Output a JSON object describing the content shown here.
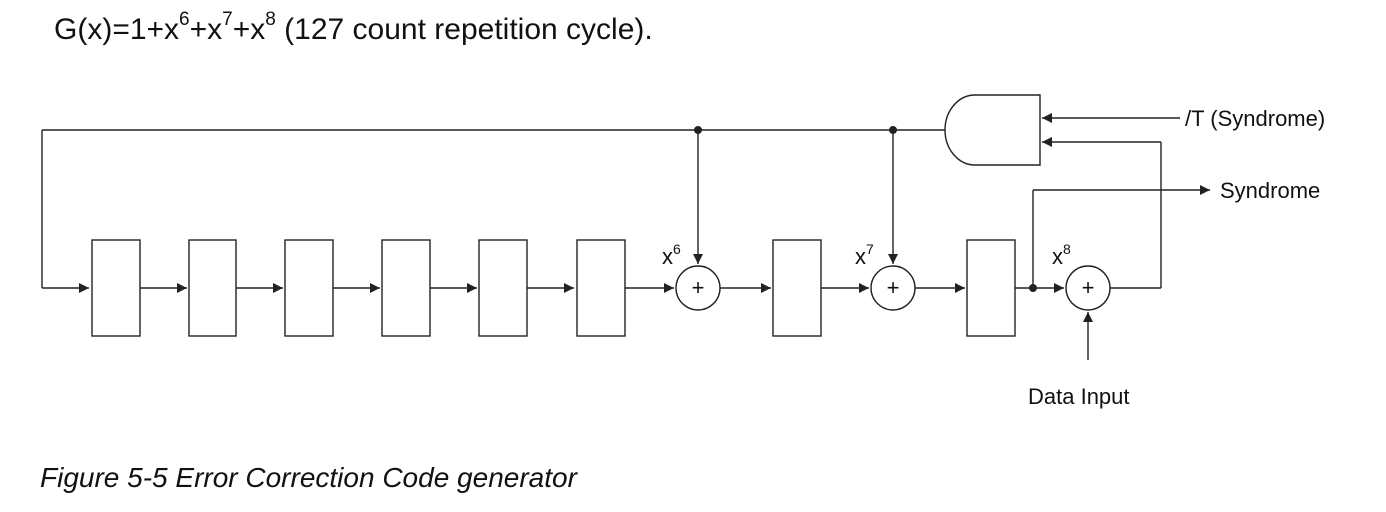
{
  "equation": {
    "prefix": "G(x)=1+x",
    "exp1": "6",
    "mid1": "+x",
    "exp2": "7",
    "mid2": "+x",
    "exp3": "8",
    "suffix": " (127 count repetition cycle)."
  },
  "caption": "Figure 5-5 Error Correction Code generator",
  "diagram": {
    "labels": {
      "t_syndrome": "/T (Syndrome)",
      "syndrome": "Syndrome",
      "data_input": "Data Input"
    },
    "taps": [
      {
        "base": "x",
        "exp": "6"
      },
      {
        "base": "x",
        "exp": "7"
      },
      {
        "base": "x",
        "exp": "8"
      }
    ],
    "xor_symbol": "+"
  }
}
